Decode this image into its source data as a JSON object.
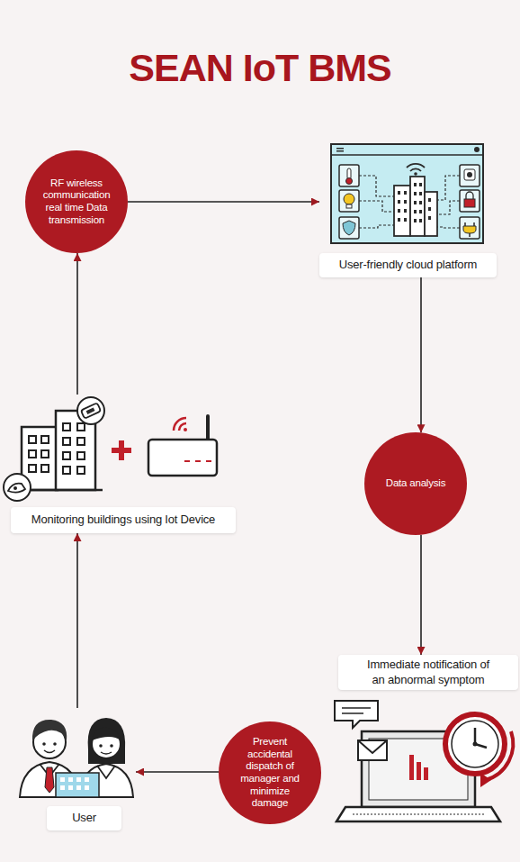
{
  "diagram": {
    "title": "SEAN IoT BMS",
    "nodes": [
      {
        "text": [
          "RF wireless communication real time Data transmission"
        ]
      },
      {
        "text": [
          "User-friendly cloud platform"
        ]
      },
      {
        "text": [
          "Data analysis"
        ]
      },
      {
        "text": [
          "Monitoring buildings using Iot Device"
        ]
      },
      {
        "text": [
          "Immediate notification of an abnormal symptom"
        ]
      },
      {
        "text": [
          "Prevent accidental dispatch of manager and minimize damage"
        ]
      },
      {
        "text": [
          "User"
        ]
      }
    ],
    "edges": [
      {
        "from": 0,
        "to": 1,
        "arrow": "to"
      },
      {
        "from": 1,
        "to": 2,
        "arrow": "to"
      },
      {
        "from": 2,
        "to": 4,
        "arrow": "to"
      },
      {
        "from": 5,
        "to": 6,
        "arrow": "to"
      },
      {
        "from": 6,
        "to": 3,
        "arrow": "to"
      },
      {
        "from": 3,
        "to": 0,
        "arrow": "to"
      }
    ]
  }
}
